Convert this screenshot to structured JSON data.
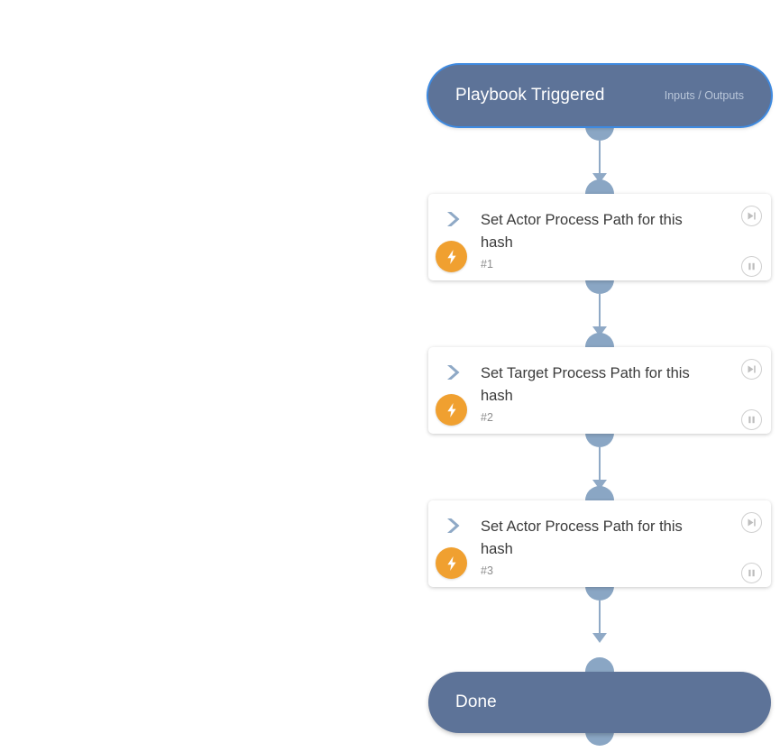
{
  "canvas": {
    "background": "#ffffff",
    "accent_node_color": "#5d7398",
    "connector_color": "#8aa6c4",
    "bolt_color": "#f0a030",
    "selection_color": "#3f8ae0"
  },
  "nodes": [
    {
      "type": "start",
      "name": "playbook-triggered-node",
      "title": "Playbook Triggered",
      "meta": "Inputs / Outputs",
      "selected": true
    },
    {
      "type": "action",
      "name": "action-node-1",
      "title": "Set Actor Process Path for this hash",
      "index": "#1",
      "chevron_icon": "chevron-right-icon",
      "status_icon": "lightning-bolt-icon",
      "step_button": "step-forward-icon",
      "pause_button": "pause-icon"
    },
    {
      "type": "action",
      "name": "action-node-2",
      "title": "Set Target Process Path for this hash",
      "index": "#2",
      "chevron_icon": "chevron-right-icon",
      "status_icon": "lightning-bolt-icon",
      "step_button": "step-forward-icon",
      "pause_button": "pause-icon"
    },
    {
      "type": "action",
      "name": "action-node-3",
      "title": "Set Actor Process Path for this hash",
      "index": "#3",
      "chevron_icon": "chevron-right-icon",
      "status_icon": "lightning-bolt-icon",
      "step_button": "step-forward-icon",
      "pause_button": "pause-icon"
    },
    {
      "type": "end",
      "name": "done-node",
      "title": "Done",
      "meta": "",
      "selected": false
    }
  ]
}
